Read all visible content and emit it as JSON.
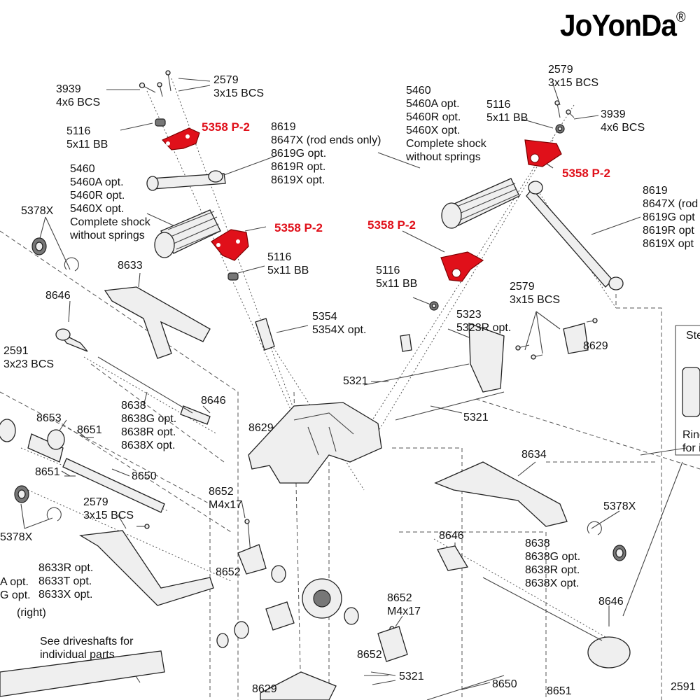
{
  "brand": {
    "name": "JoYonDa",
    "mark": "®"
  },
  "colors": {
    "highlight": "#e0101a",
    "line": "#444444",
    "part_fill": "#e8e8e8",
    "part_dark": "#666666"
  },
  "labels": {
    "l1": "3939\n4x6 BCS",
    "l2": "2579\n3x15 BCS",
    "l3": "5116\n5x11 BB",
    "l4": "5358 P-2",
    "l5": "8619\n8647X (rod ends only)\n8619G opt.\n8619R opt.\n8619X opt.",
    "l6": "5460\n5460A opt.\n5460R opt.\n5460X opt.\nComplete shock\nwithout springs",
    "l7": "5378X",
    "l8": "5358 P-2",
    "l9": "5116\n5x11 BB",
    "l10": "8633",
    "l11": "8646",
    "l12": "2591\n3x23 BCS",
    "l13": "5460\n5460A opt.\n5460R opt.\n5460X opt.\nComplete shock\nwithout springs",
    "l14": "5116\n5x11 BB",
    "l15": "2579\n3x15 BCS",
    "l16": "3939\n4x6 BCS",
    "l17": "5358 P-2",
    "l18": "8619\n8647X (rod\n8619G opt\n8619R opt\n8619X opt",
    "l19": "5358 P-2",
    "l20": "5116\n5x11 BB",
    "l21": "2579\n3x15 BCS",
    "l22": "5354\n5354X opt.",
    "l23": "5323\n5323R opt.",
    "l24": "8629",
    "l25": "5321",
    "l26": "5321",
    "l27": "8638\n8638G opt.\n8638R opt.\n8638X opt.",
    "l28": "8646",
    "l29": "8653",
    "l30": "8651",
    "l31": "8629",
    "l32": "8651",
    "l33": "8650",
    "l34": "8634",
    "l35": "2579\n3x15 BCS",
    "l36": "8652\nM4x17",
    "l37": "5378X",
    "l38": "5378X",
    "l39": "8646",
    "l40": "8638\n8638G opt.\n8638R opt.\n8638X opt.",
    "l41": "8633R opt.\n8633T opt.\n8633X opt.",
    "l42": "A opt.\nG opt.",
    "l43": "(right)",
    "l44": "8652",
    "l45": "8652\nM4x17",
    "l46": "8646",
    "l47": "See driveshafts for\nindividual parts",
    "l48": "8652",
    "l49": "8629",
    "l50": "5321",
    "l51": "8650",
    "l52": "8651",
    "l53": "2591",
    "l54": "Ste",
    "l55": "Ring\nfor i"
  }
}
